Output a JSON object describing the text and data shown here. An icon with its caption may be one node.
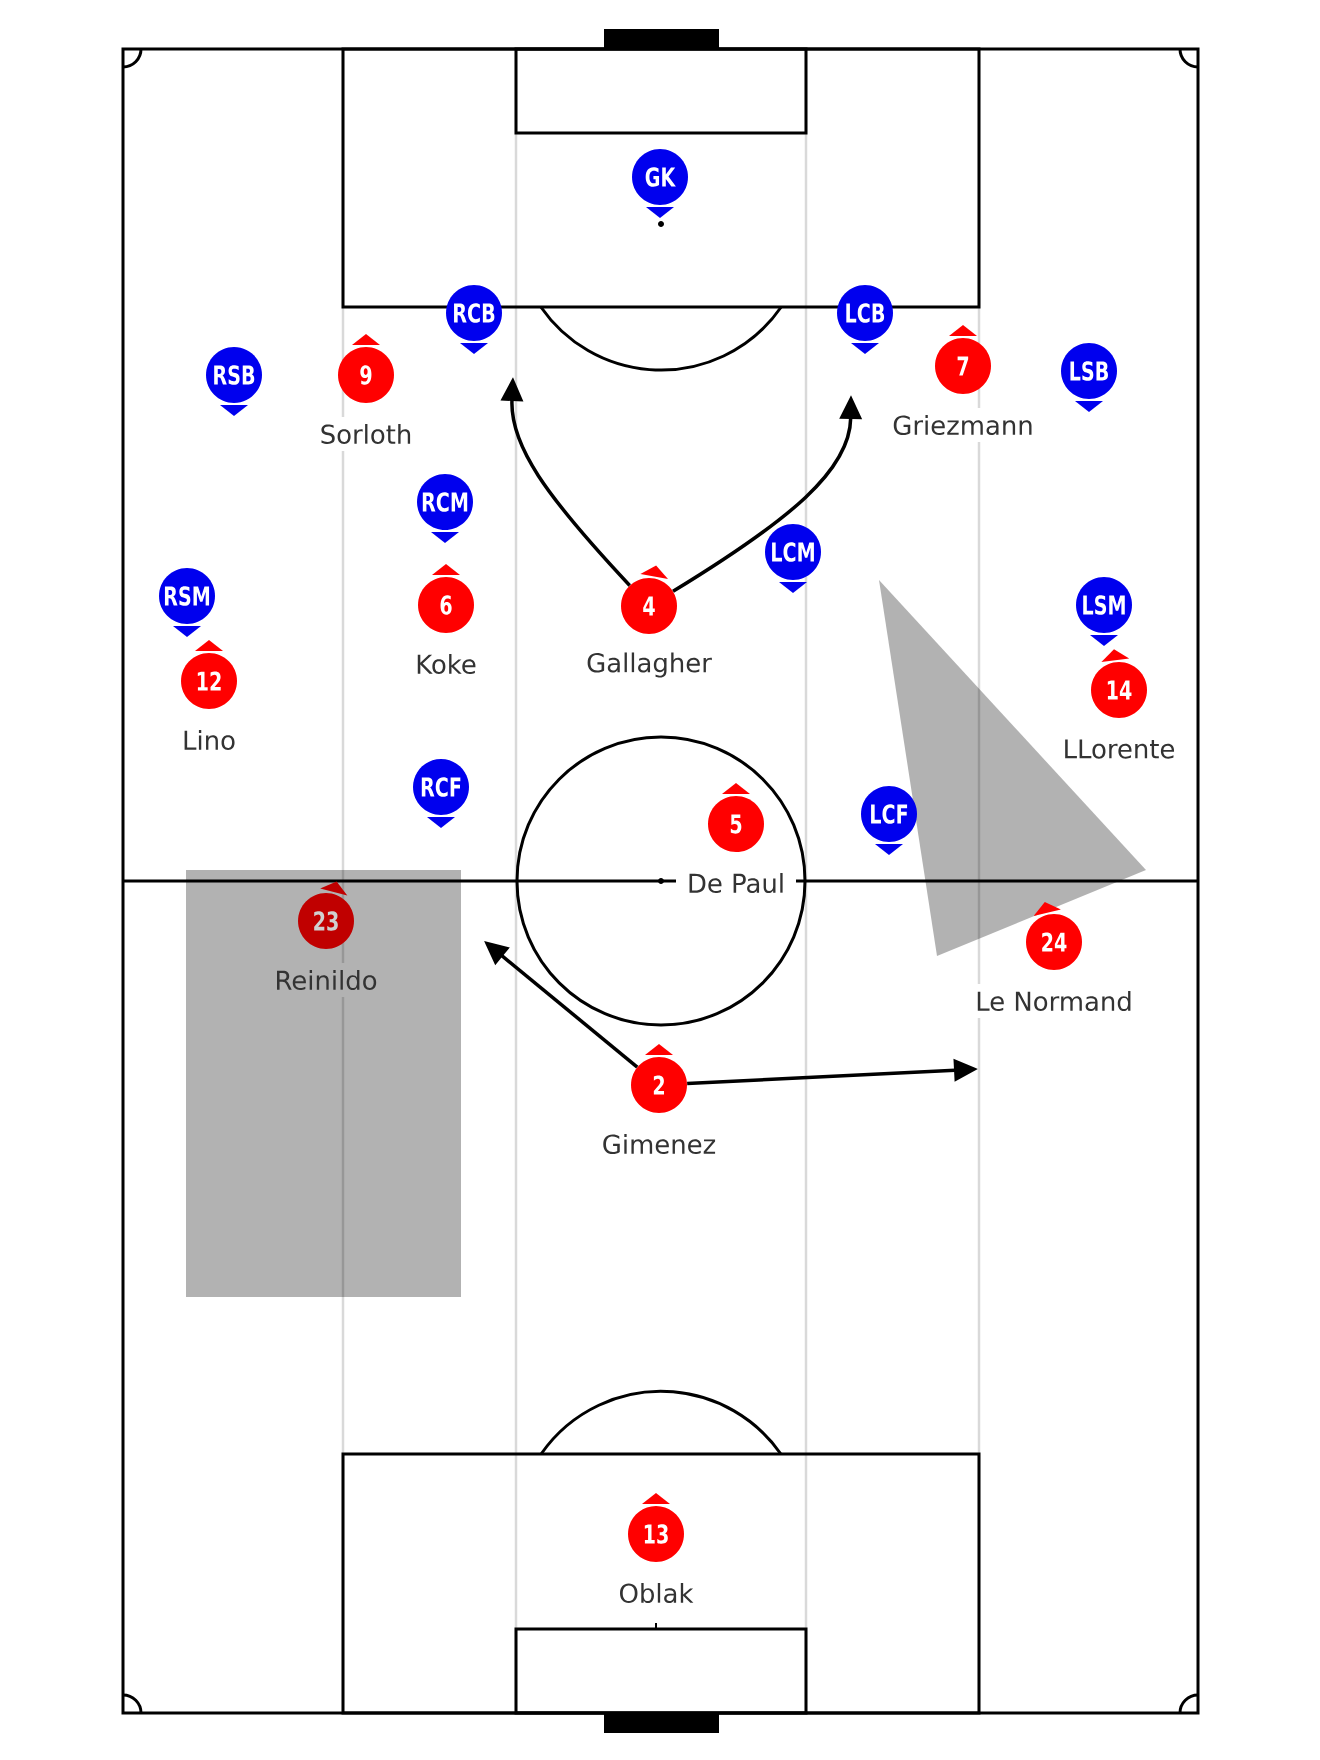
{
  "diagram": {
    "nodes": [
      {
        "text": [
          "GK"
        ]
      },
      {
        "text": [
          "RCB"
        ]
      },
      {
        "text": [
          "LCB"
        ]
      },
      {
        "text": [
          "RSB"
        ]
      },
      {
        "text": [
          "9"
        ],
        "beside": [
          "Sorloth"
        ]
      },
      {
        "text": [
          "7"
        ],
        "beside": [
          "Griezmann"
        ]
      },
      {
        "text": [
          "LSB"
        ]
      },
      {
        "text": [
          "RCM"
        ]
      },
      {
        "text": [
          "LCM"
        ]
      },
      {
        "text": [
          "RSM"
        ]
      },
      {
        "text": [
          "6"
        ],
        "beside": [
          "Koke"
        ]
      },
      {
        "text": [
          "4"
        ],
        "beside": [
          "Gallagher"
        ]
      },
      {
        "text": [
          "LSM"
        ]
      },
      {
        "text": [
          "12"
        ],
        "beside": [
          "Lino"
        ]
      },
      {
        "text": [
          "14"
        ],
        "beside": [
          "LLorente"
        ]
      },
      {
        "text": [
          "RCF"
        ]
      },
      {
        "text": [
          "5"
        ],
        "beside": [
          "De Paul"
        ]
      },
      {
        "text": [
          "LCF"
        ]
      },
      {
        "text": [
          "23"
        ],
        "beside": [
          "Reinildo"
        ]
      },
      {
        "text": [
          "24"
        ],
        "beside": [
          "Le Normand"
        ]
      },
      {
        "text": [
          "2"
        ],
        "beside": [
          "Gimenez"
        ]
      },
      {
        "text": [
          "13"
        ],
        "beside": [
          "Oblak"
        ]
      }
    ],
    "edges": [
      {
        "from": 11,
        "to": null,
        "arrow": "to"
      },
      {
        "from": 11,
        "to": null,
        "arrow": "to"
      },
      {
        "from": 20,
        "to": null,
        "arrow": "to"
      },
      {
        "from": 20,
        "to": null,
        "arrow": "to"
      }
    ]
  }
}
